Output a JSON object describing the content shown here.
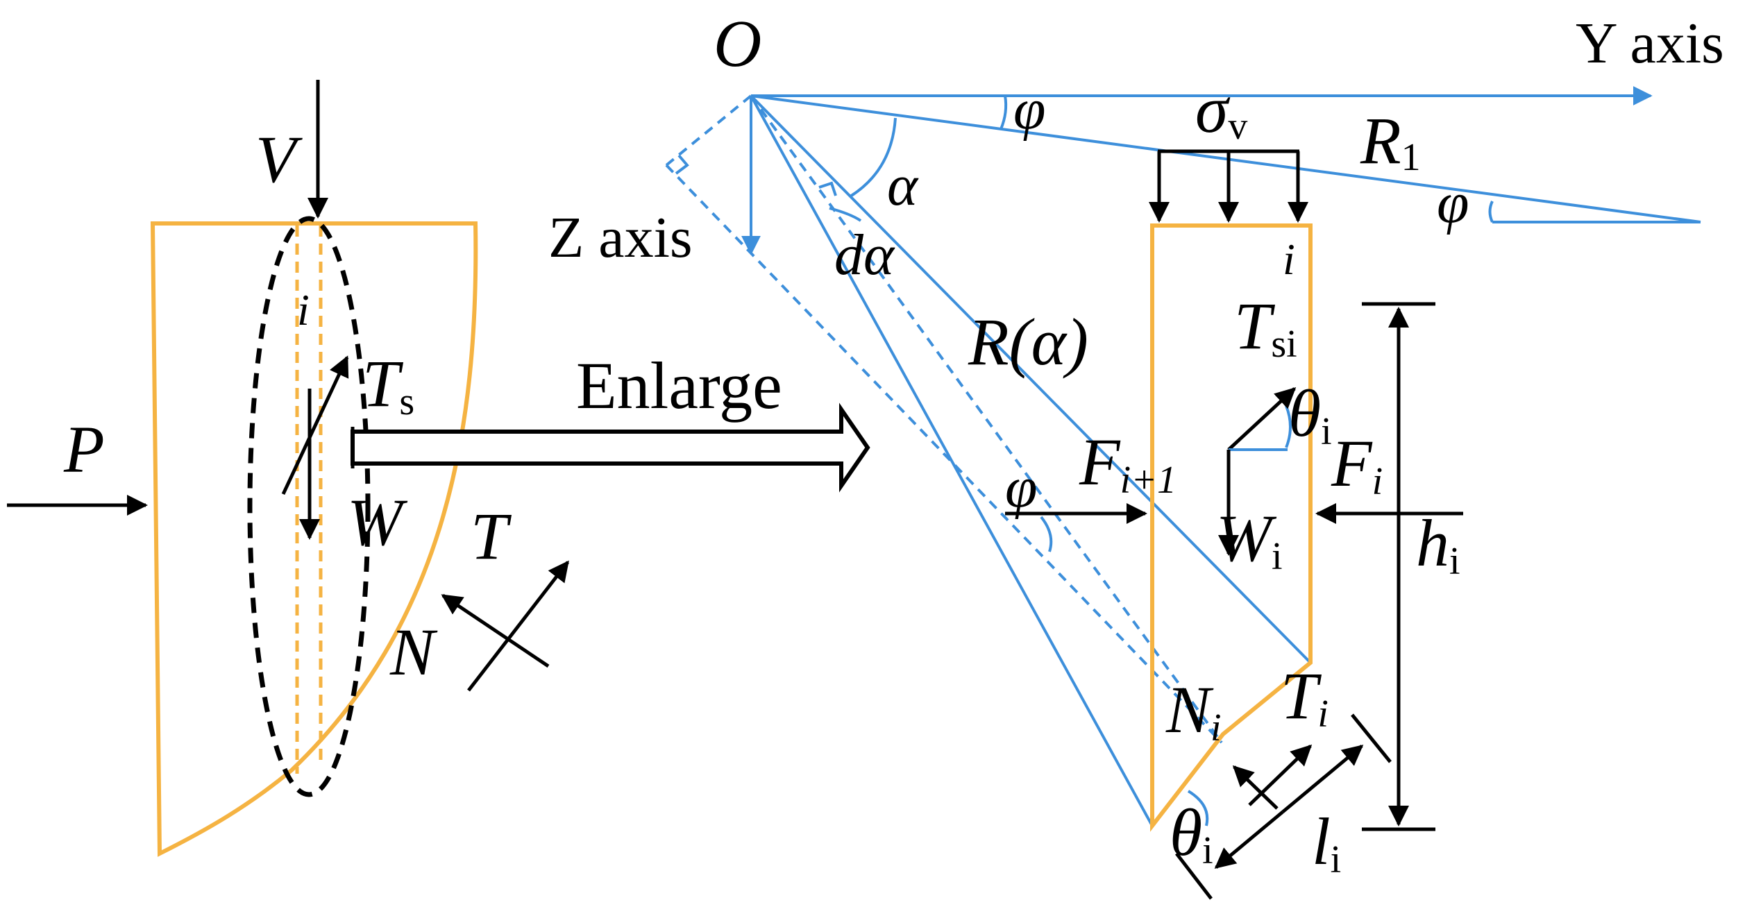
{
  "colors": {
    "block_outline": "#f5b342",
    "geometry_lines": "#3d8fdb",
    "forces": "#000000",
    "background": "#ffffff"
  },
  "left_block": {
    "V": "V",
    "P": "P",
    "i": "i",
    "T": "T",
    "s": "s",
    "W": "W",
    "T_base": "T",
    "N": "N"
  },
  "enlarge_label": "Enlarge",
  "axes": {
    "origin": "O",
    "y_axis": "Y axis",
    "z_axis": "Z axis"
  },
  "angles": {
    "phi": "φ",
    "alpha": "α",
    "d_alpha": "dα",
    "theta": "θ",
    "theta_sub": "i"
  },
  "slice": {
    "sigma": "σ",
    "sigma_sub": "v",
    "R": "R",
    "R_sub": "1",
    "R_alpha": "R(α)",
    "i": "i",
    "T": "T",
    "Ts_sub": "si",
    "F": "F",
    "F_i_sub": "i",
    "F_next_sub": "i+1",
    "W": "W",
    "W_sub": "i",
    "h": "h",
    "h_sub": "i",
    "N": "N",
    "N_sub": "i",
    "T_i_sub": "i",
    "l": "l",
    "l_sub": "i"
  }
}
